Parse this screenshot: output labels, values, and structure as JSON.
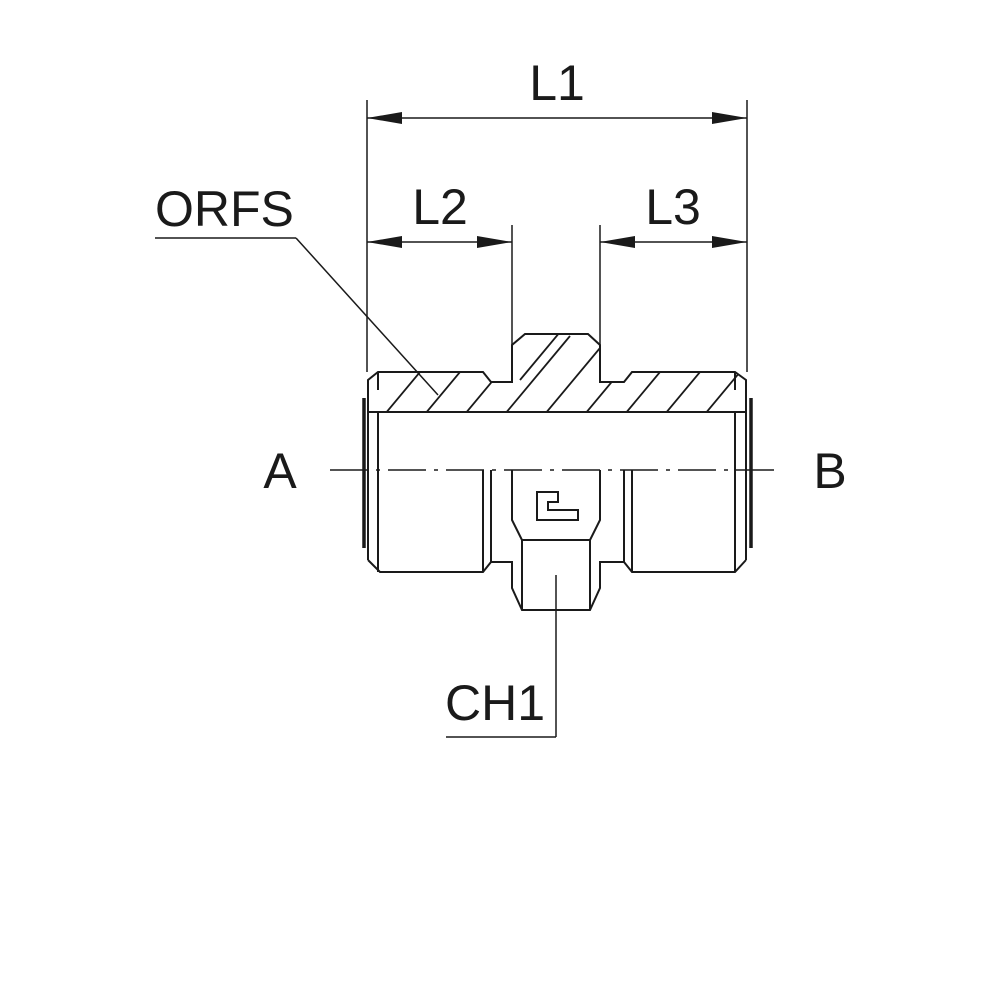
{
  "diagram": {
    "labels": {
      "l1": "L1",
      "l2": "L2",
      "l3": "L3",
      "orfs": "ORFS",
      "a": "A",
      "b": "B",
      "ch1": "CH1"
    },
    "colors": {
      "line": "#1a1a1a",
      "background": "#ffffff"
    }
  }
}
